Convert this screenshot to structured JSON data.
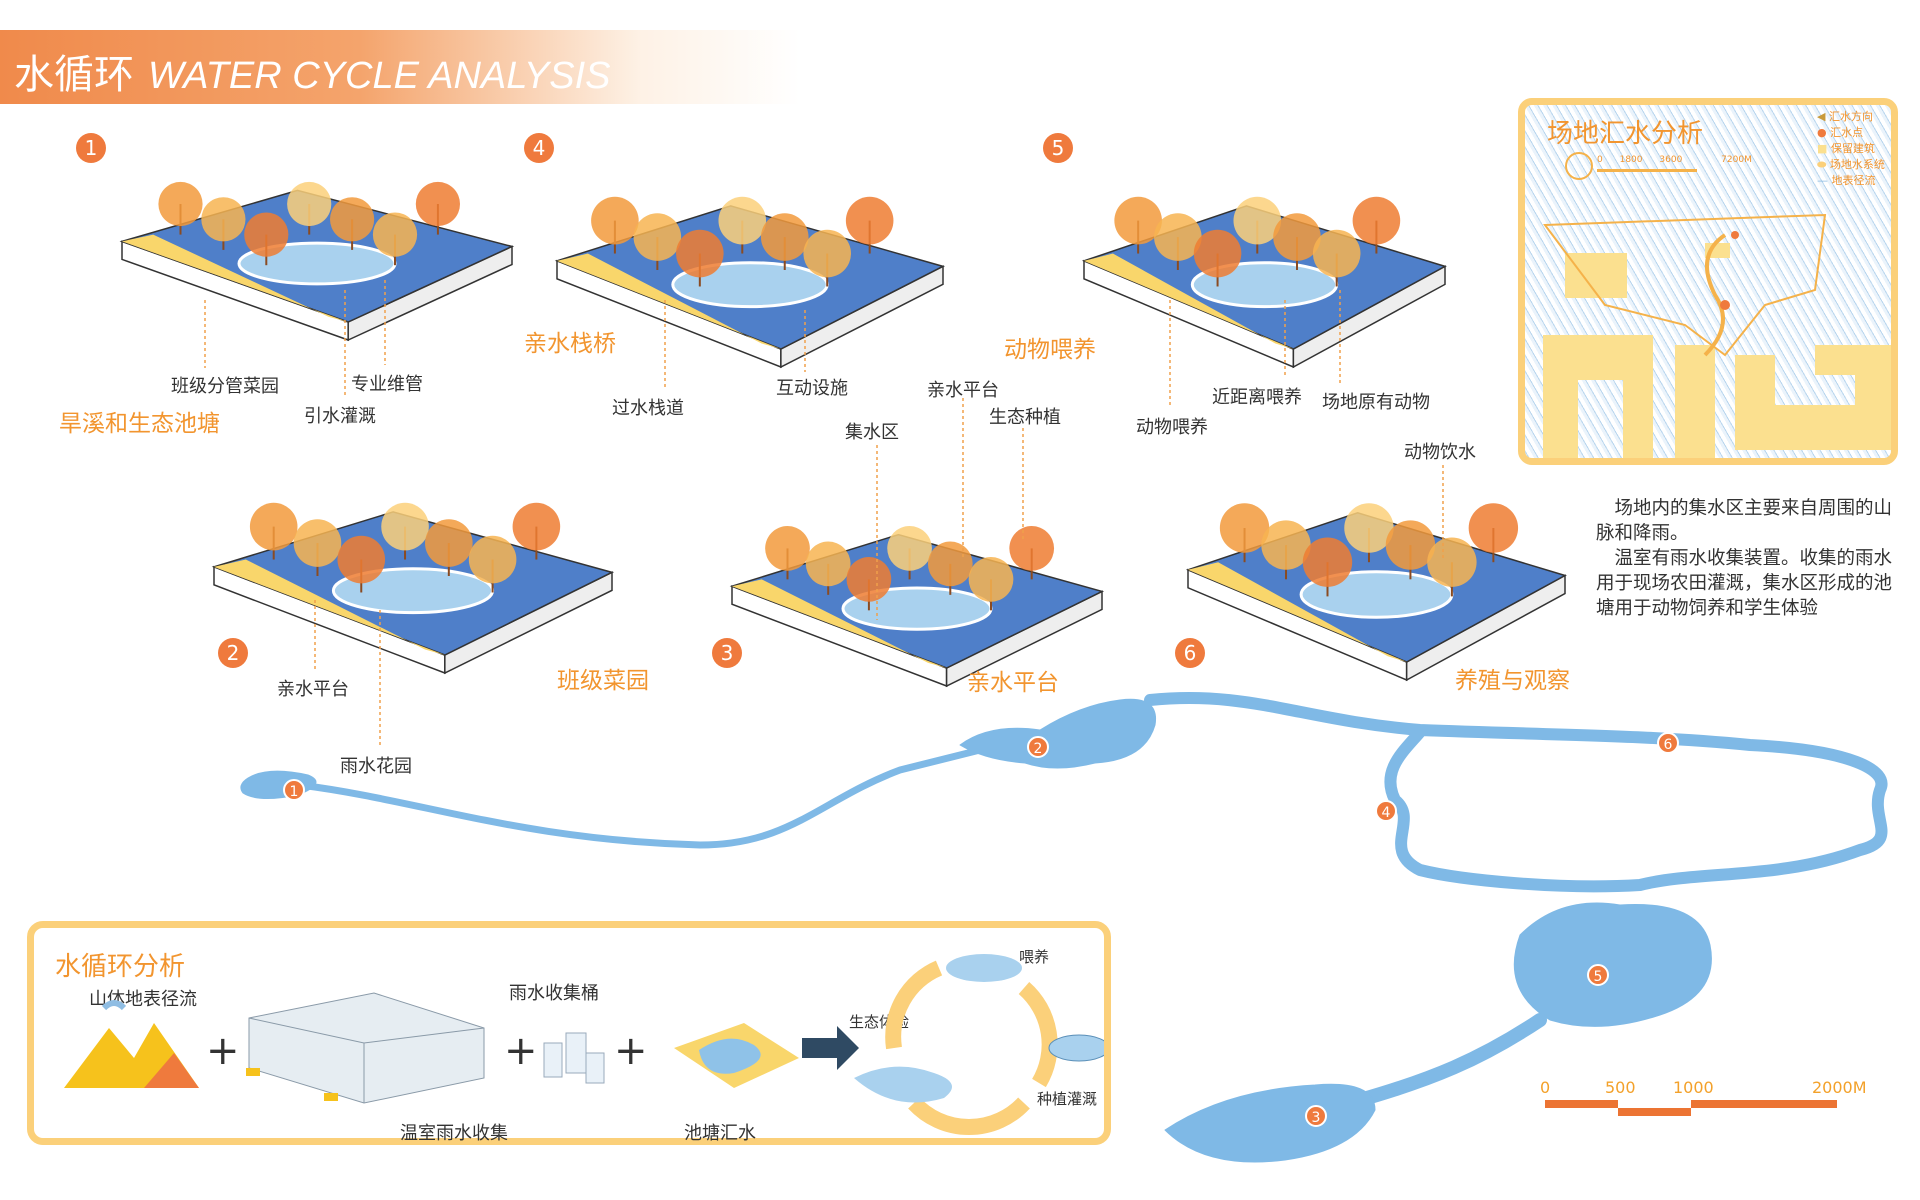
{
  "title": {
    "cn": "水循环",
    "en": "WATER CYCLE ANALYSIS"
  },
  "panels": [
    {
      "num": "1",
      "heading": "旱溪和生态池塘",
      "labels": [
        "班级分管菜园",
        "专业维管",
        "引水灌溉"
      ]
    },
    {
      "num": "4",
      "heading": "亲水栈桥",
      "labels": [
        "过水栈道",
        "互动设施"
      ]
    },
    {
      "num": "5",
      "heading": "动物喂养",
      "labels": [
        "近距离喂养",
        "场地原有动物",
        "动物喂养"
      ]
    },
    {
      "num": "2",
      "heading": "班级菜园",
      "labels": [
        "亲水平台",
        "雨水花园"
      ]
    },
    {
      "num": "3",
      "heading": "亲水平台",
      "labels": [
        "亲水平台",
        "生态种植",
        "集水区"
      ]
    },
    {
      "num": "6",
      "heading": "养殖与观察",
      "labels": [
        "动物饮水"
      ]
    }
  ],
  "site_analysis": {
    "title": "场地汇水分析",
    "legend": [
      "汇水方向",
      "汇水点",
      "保留建筑",
      "场地水系统",
      "地表径流"
    ],
    "scale": [
      "0",
      "1800",
      "3600",
      "7200M"
    ]
  },
  "description": [
    "场地内的集水区主要来自周围的山脉和降雨。",
    "温室有雨水收集装置。收集的雨水用于现场农田灌溉，集水区形成的池塘用于动物饲养和学生体验"
  ],
  "map_markers": [
    "1",
    "2",
    "3",
    "4",
    "5",
    "6"
  ],
  "scale_bar": [
    "0",
    "500",
    "1000",
    "2000M"
  ],
  "flow": {
    "title": "水循环分析",
    "steps": [
      "山体地表径流",
      "温室雨水收集",
      "雨水收集桶",
      "池塘汇水"
    ],
    "plus": "+",
    "cycle": [
      "喂养",
      "生态体验",
      "种植灌溉"
    ]
  },
  "colors": {
    "orange": "#ef7a3d",
    "yellow": "#fbd07a",
    "water": "#7fb9e6"
  }
}
